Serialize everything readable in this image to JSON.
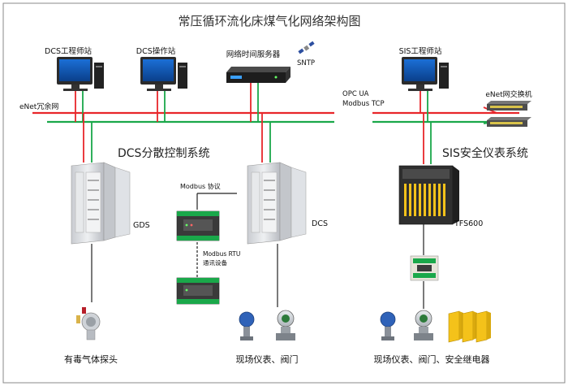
{
  "title": "常压循环流化床煤气化网络架构图",
  "nodes": {
    "dcs_eng": "DCS工程师站",
    "dcs_op": "DCS操作站",
    "time_server": "网络时间服务器",
    "sntp": "SNTP",
    "sis_eng": "SIS工程师站",
    "enet_redundant": "eNet冗余网",
    "opc_ua": "OPC UA",
    "modbus_tcp": "Modbus TCP",
    "enet_switch": "eNet网交换机",
    "dcs_system": "DCS分散控制系统",
    "sis_system": "SIS安全仪表系统",
    "gds": "GDS",
    "dcs": "DCS",
    "tfs600": "TFS600",
    "modbus_protocol": "Modbus 协议",
    "modbus_rtu_1": "Modbus RTU",
    "modbus_rtu_2": "通讯设备",
    "toxic_gas": "有毒气体探头",
    "field_dcs": "现场仪表、阀门",
    "field_sis": "现场仪表、阀门、安全继电器"
  },
  "colors": {
    "red_bus": "#e8262a",
    "green_bus": "#1aa84a",
    "cabinet": "#dfe2e6",
    "sis_cabinet": "#2f2f2f",
    "accent_yellow": "#f4c21a"
  }
}
